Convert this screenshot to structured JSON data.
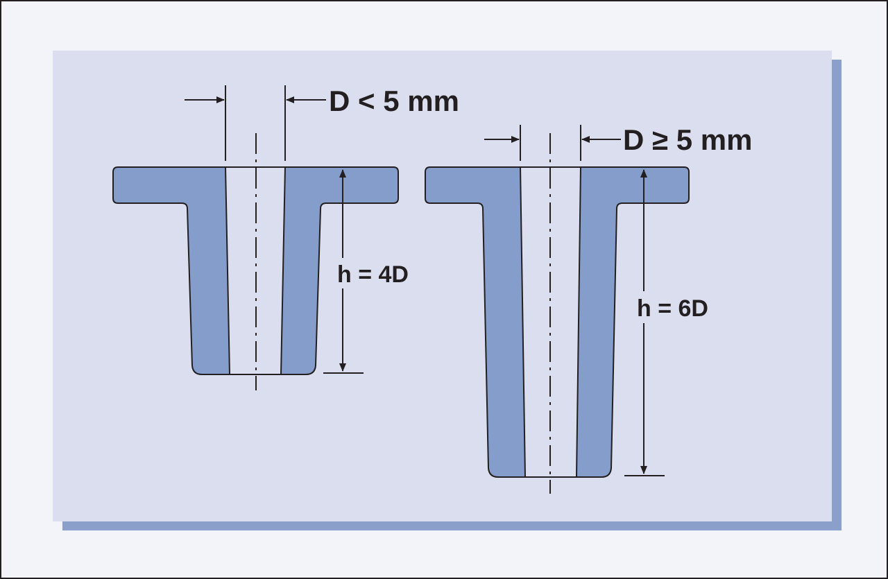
{
  "diagram": {
    "left_part": {
      "diameter_label": "D < 5 mm",
      "height_label": "h = 4D"
    },
    "right_part": {
      "diameter_label": "D ≥ 5 mm",
      "height_label": "h = 6D"
    }
  },
  "colors": {
    "panel": "#dadeee",
    "panel_shadow": "#8aa0cb",
    "part_fill": "#849dca",
    "bore": "#dadeee",
    "ink": "#231f20",
    "page_bg": "#f3f4f9"
  }
}
